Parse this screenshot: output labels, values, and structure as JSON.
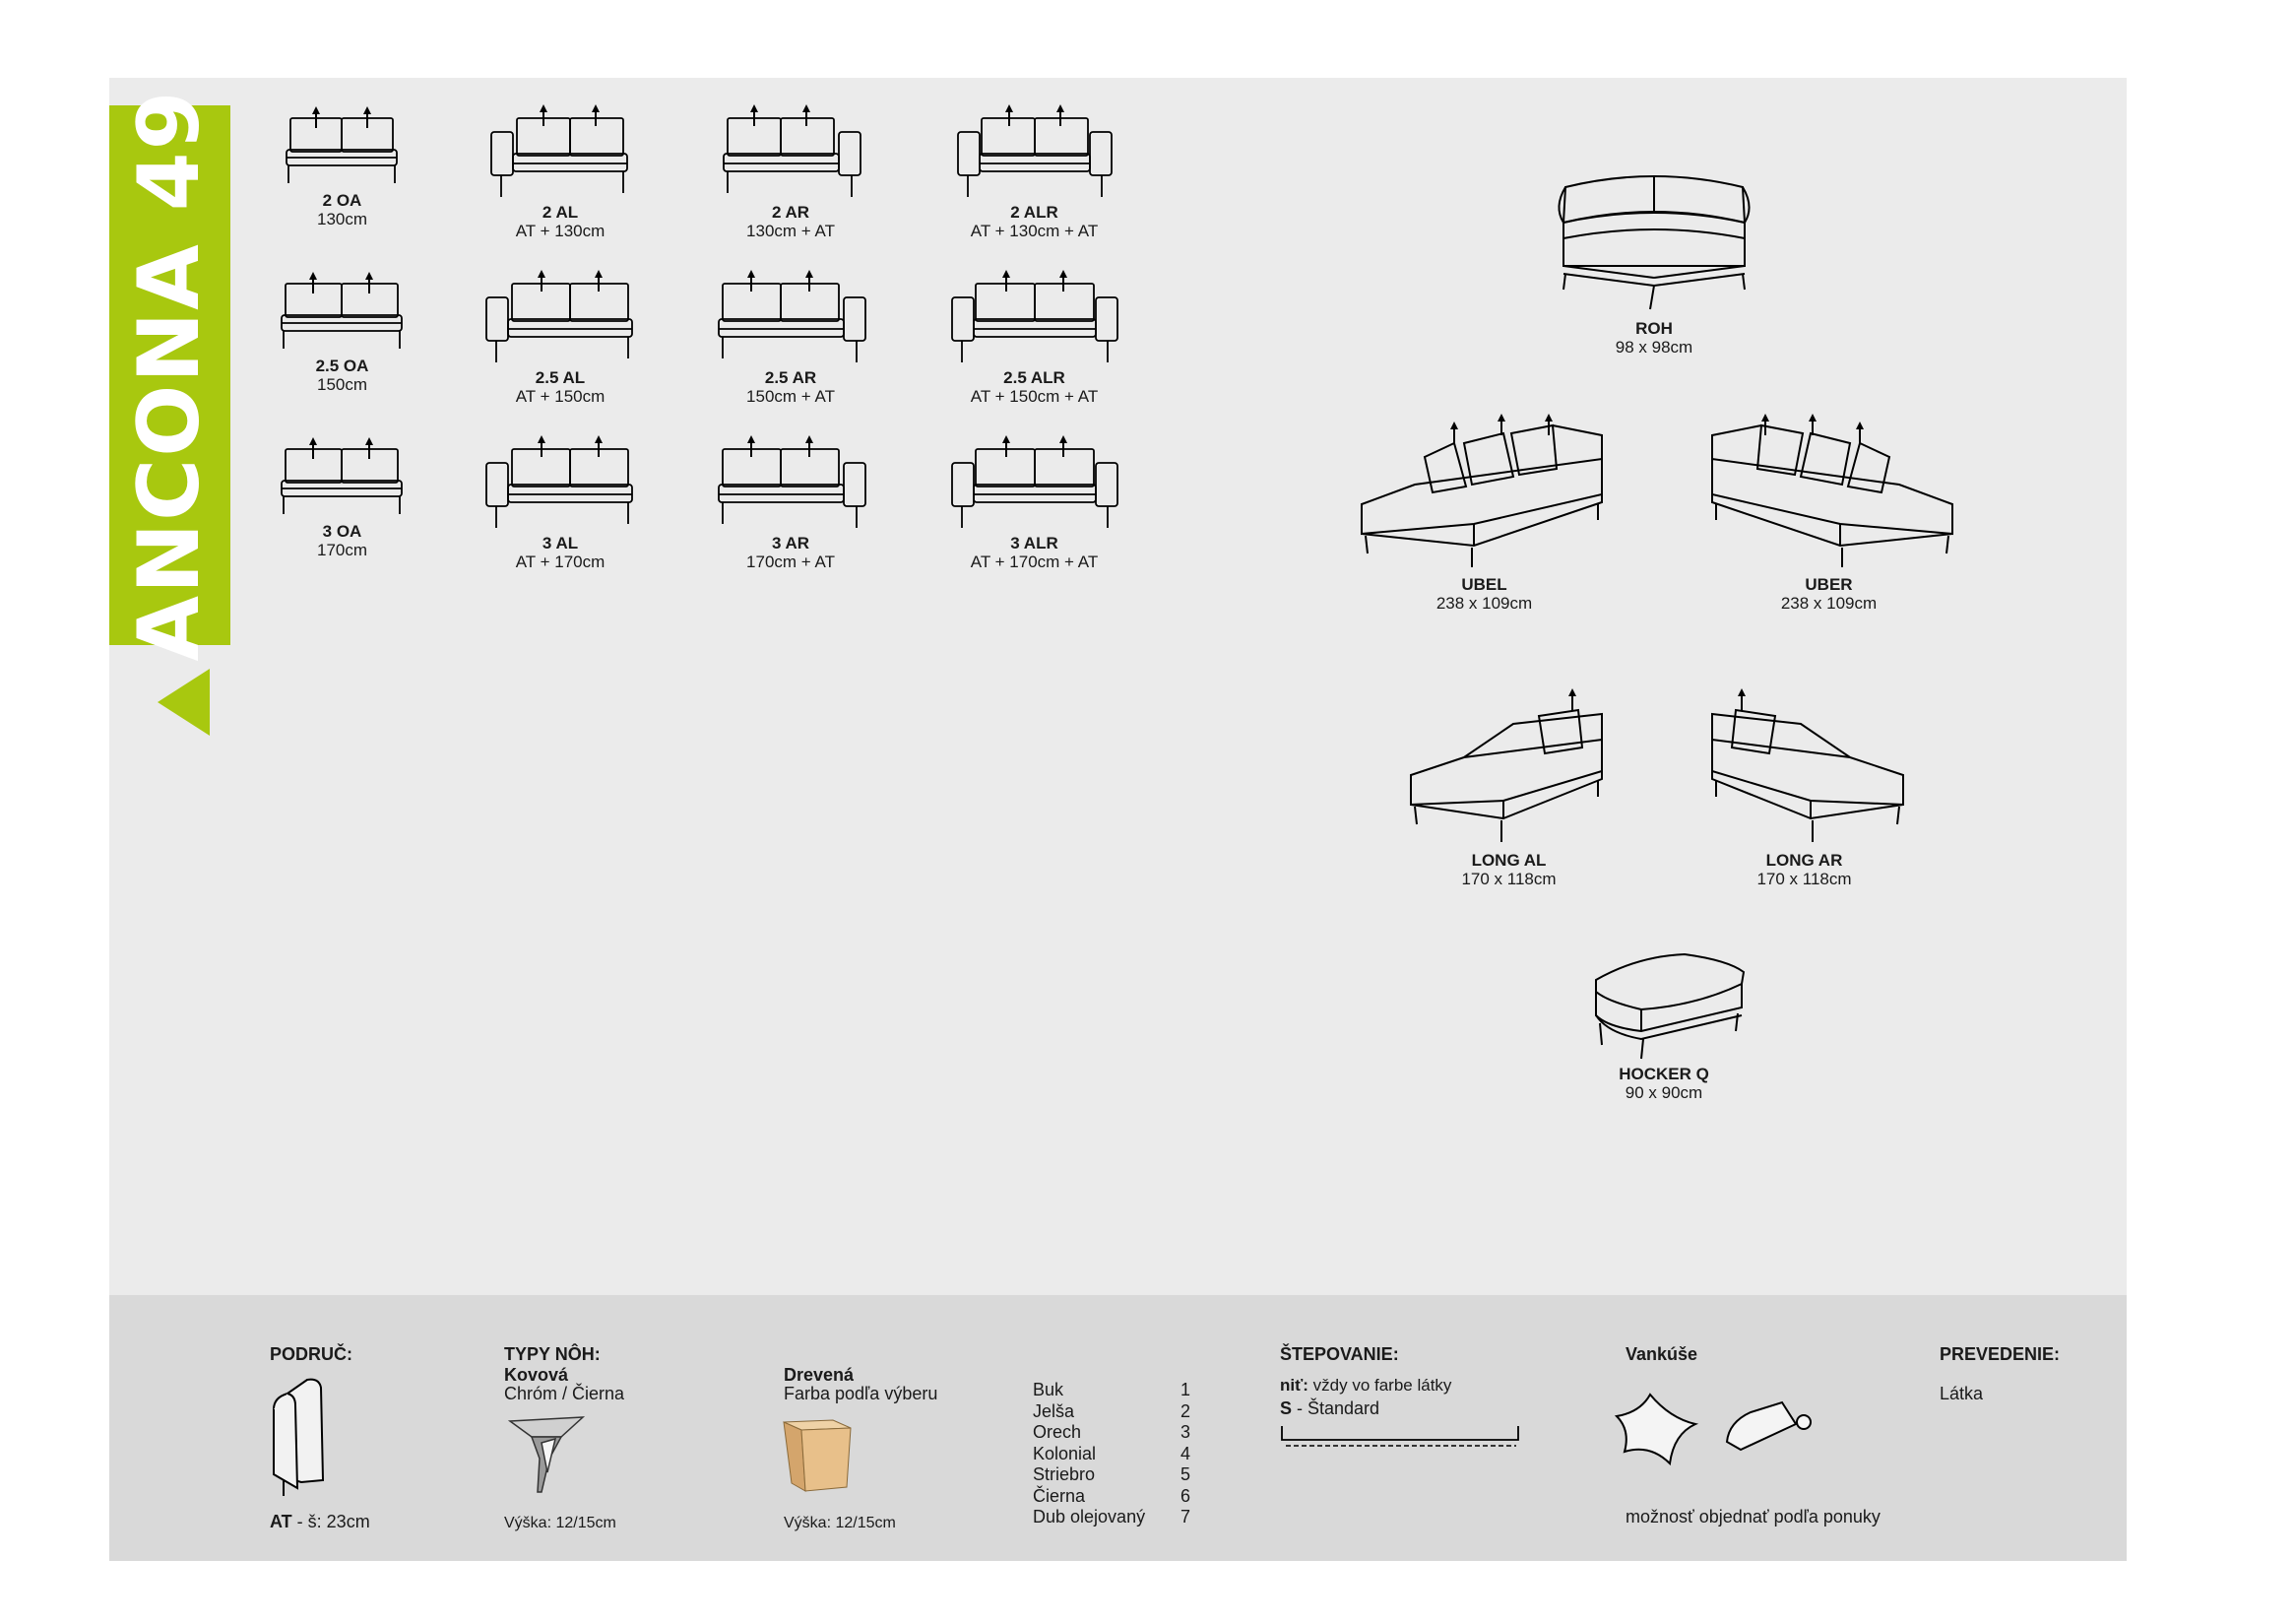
{
  "brand": {
    "title": "ANCONA 49"
  },
  "modules": [
    {
      "code": "2 OA",
      "dim": "130cm"
    },
    {
      "code": "2 AL",
      "dim": "AT + 130cm"
    },
    {
      "code": "2 AR",
      "dim": "130cm + AT"
    },
    {
      "code": "2 ALR",
      "dim": "AT + 130cm + AT"
    },
    {
      "code": "2.5 OA",
      "dim": "150cm"
    },
    {
      "code": "2.5 AL",
      "dim": "AT + 150cm"
    },
    {
      "code": "2.5 AR",
      "dim": "150cm + AT"
    },
    {
      "code": "2.5 ALR",
      "dim": "AT + 150cm + AT"
    },
    {
      "code": "3 OA",
      "dim": "170cm"
    },
    {
      "code": "3 AL",
      "dim": "AT + 170cm"
    },
    {
      "code": "3 AR",
      "dim": "170cm + AT"
    },
    {
      "code": "3 ALR",
      "dim": "AT + 170cm + AT"
    }
  ],
  "special": [
    {
      "code": "ROH",
      "dim": "98 x 98cm"
    },
    {
      "code": "UBEL",
      "dim": "238 x 109cm"
    },
    {
      "code": "UBER",
      "dim": "238 x 109cm"
    },
    {
      "code": "LONG AL",
      "dim": "170 x 118cm"
    },
    {
      "code": "LONG AR",
      "dim": "170 x 118cm"
    },
    {
      "code": "HOCKER Q",
      "dim": "90 x 90cm"
    }
  ],
  "footer": {
    "armrest": {
      "title": "PODRUČ:",
      "code": "AT",
      "text": " - š: 23cm"
    },
    "legs": {
      "title": "TYPY NÔH:",
      "type": "Kovová",
      "colors": "Chróm / Čierna",
      "height": "Výška: 12/15cm"
    },
    "wood": {
      "title": "Drevená",
      "subtitle": "Farba podľa výberu",
      "height": "Výška: 12/15cm",
      "list": [
        {
          "name": "Buk",
          "num": "1"
        },
        {
          "name": "Jelša",
          "num": "2"
        },
        {
          "name": "Orech",
          "num": "3"
        },
        {
          "name": "Kolonial",
          "num": "4"
        },
        {
          "name": "Striebro",
          "num": "5"
        },
        {
          "name": "Čierna",
          "num": "6"
        },
        {
          "name": "Dub olejovaný",
          "num": "7"
        }
      ]
    },
    "stitching": {
      "title": "ŠTEPOVANIE:",
      "thread_label": "niť:",
      "thread_text": " vždy vo farbe látky",
      "s_label": "S",
      "s_text": " - Štandard"
    },
    "cushions": {
      "title": "Vankúše",
      "note": "možnosť objednať podľa ponuky"
    },
    "finish": {
      "title": "PREVEDENIE:",
      "value": "Látka"
    }
  },
  "colors": {
    "accent": "#a8c80f",
    "sheet": "#ebebeb",
    "footer": "#d9d9d9"
  }
}
